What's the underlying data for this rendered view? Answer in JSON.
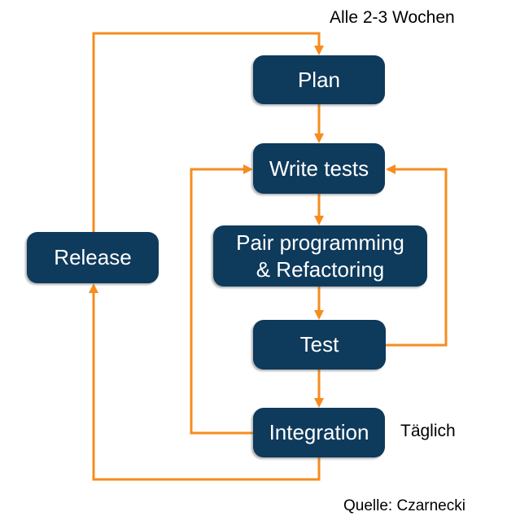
{
  "diagram": {
    "annotations": {
      "cycle_note": "Alle 2-3 Wochen",
      "daily_note": "Täglich",
      "source": "Quelle: Czarnecki"
    },
    "nodes": {
      "plan": {
        "label": "Plan"
      },
      "write_tests": {
        "label": "Write tests"
      },
      "pair": {
        "label_line1": "Pair programming",
        "label_line2": "& Refactoring"
      },
      "test": {
        "label": "Test"
      },
      "integration": {
        "label": "Integration"
      },
      "release": {
        "label": "Release"
      }
    },
    "edges": [
      {
        "from": "Plan",
        "to": "Write tests",
        "type": "forward"
      },
      {
        "from": "Write tests",
        "to": "Pair programming & Refactoring",
        "type": "forward"
      },
      {
        "from": "Pair programming & Refactoring",
        "to": "Test",
        "type": "forward"
      },
      {
        "from": "Test",
        "to": "Integration",
        "type": "forward"
      },
      {
        "from": "Test",
        "to": "Write tests",
        "type": "loop-right"
      },
      {
        "from": "Integration",
        "to": "Write tests",
        "type": "loop-left"
      },
      {
        "from": "Integration",
        "to": "Release",
        "type": "loop-bottom"
      },
      {
        "from": "Release",
        "to": "Plan",
        "type": "loop-top"
      }
    ],
    "colors": {
      "node_fill": "#0E3A5C",
      "node_text": "#FFFFFF",
      "arrow": "#F68C1E",
      "annotation_text": "#000000",
      "background": "#FFFFFF"
    }
  }
}
